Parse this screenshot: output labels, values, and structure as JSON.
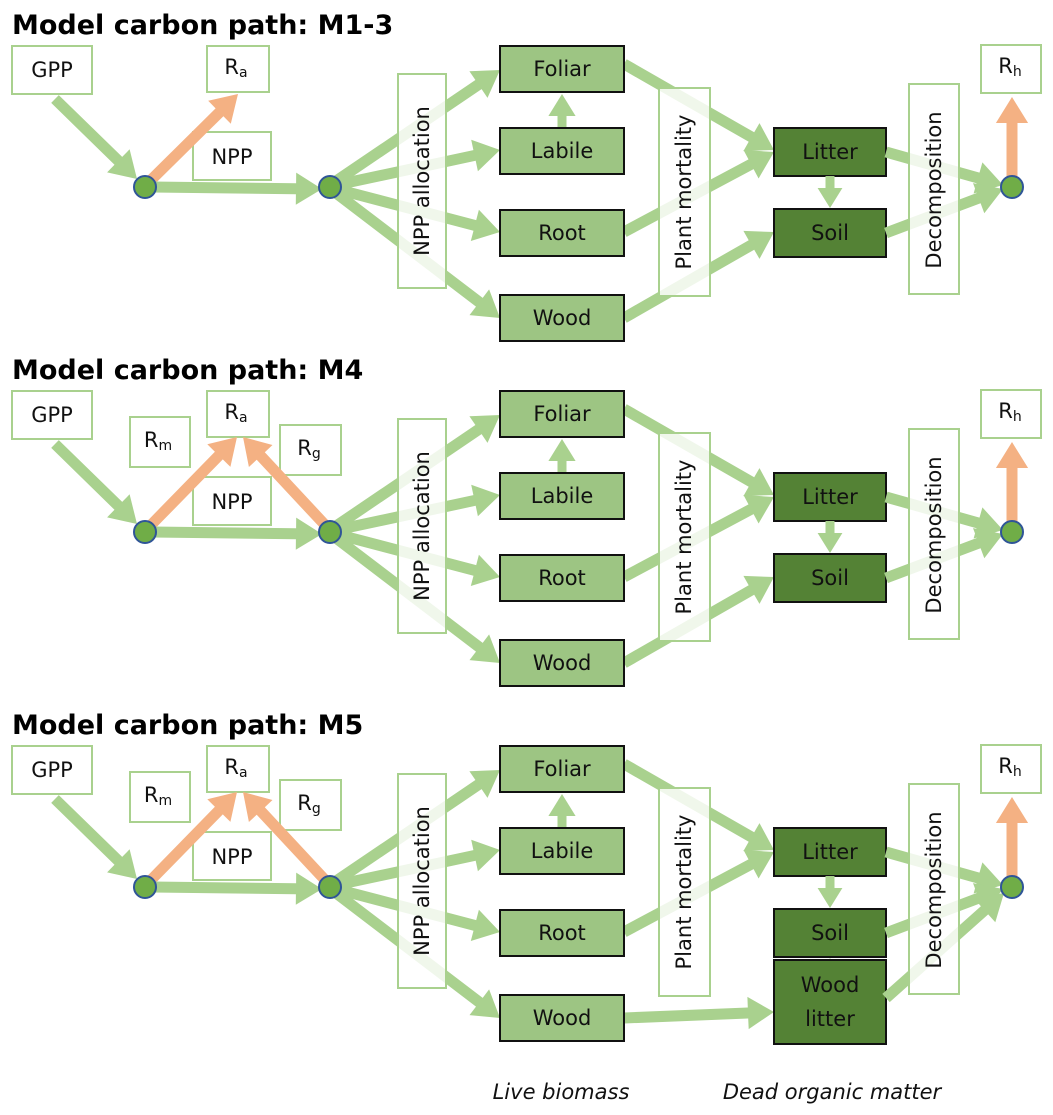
{
  "colors": {
    "flow_green": "#a9d18e",
    "respiration_orange": "#f4b183",
    "live_fill": "#9dc583",
    "dead_fill": "#548235",
    "node_fill": "#70ad47",
    "node_stroke": "#2f5597"
  },
  "panels": [
    {
      "id": "m13",
      "title": "Model carbon path: M1-3",
      "labels": {
        "gpp": "GPP",
        "npp": "NPP",
        "ra": {
          "base": "R",
          "sub": "a"
        },
        "rh": {
          "base": "R",
          "sub": "h"
        },
        "npp_allocation": "NPP allocation",
        "plant_mortality": "Plant mortality",
        "decomposition": "Decomposition"
      },
      "live_pools": [
        "Foliar",
        "Labile",
        "Root",
        "Wood"
      ],
      "dead_pools": [
        "Litter",
        "Soil"
      ],
      "has_growth_maintenance": false,
      "has_wood_litter": false
    },
    {
      "id": "m4",
      "title": "Model carbon path: M4",
      "labels": {
        "gpp": "GPP",
        "npp": "NPP",
        "ra": {
          "base": "R",
          "sub": "a"
        },
        "rm": {
          "base": "R",
          "sub": "m"
        },
        "rg": {
          "base": "R",
          "sub": "g"
        },
        "rh": {
          "base": "R",
          "sub": "h"
        },
        "npp_allocation": "NPP allocation",
        "plant_mortality": "Plant mortality",
        "decomposition": "Decomposition"
      },
      "live_pools": [
        "Foliar",
        "Labile",
        "Root",
        "Wood"
      ],
      "dead_pools": [
        "Litter",
        "Soil"
      ],
      "has_growth_maintenance": true,
      "has_wood_litter": false
    },
    {
      "id": "m5",
      "title": "Model carbon path: M5",
      "labels": {
        "gpp": "GPP",
        "npp": "NPP",
        "ra": {
          "base": "R",
          "sub": "a"
        },
        "rm": {
          "base": "R",
          "sub": "m"
        },
        "rg": {
          "base": "R",
          "sub": "g"
        },
        "rh": {
          "base": "R",
          "sub": "h"
        },
        "npp_allocation": "NPP allocation",
        "plant_mortality": "Plant mortality",
        "decomposition": "Decomposition"
      },
      "live_pools": [
        "Foliar",
        "Labile",
        "Root",
        "Wood"
      ],
      "dead_pools": [
        "Litter",
        "Soil",
        "Wood litter"
      ],
      "has_growth_maintenance": true,
      "has_wood_litter": true
    }
  ],
  "captions": {
    "live": "Live biomass",
    "dead": "Dead organic matter"
  }
}
